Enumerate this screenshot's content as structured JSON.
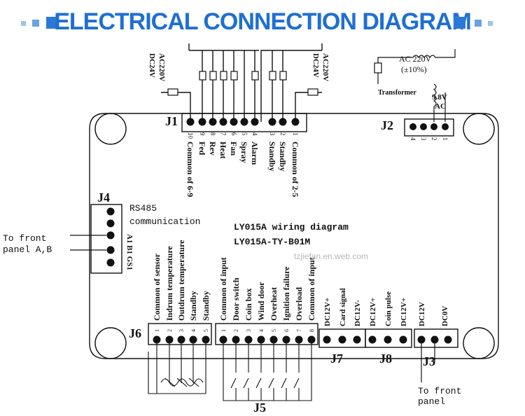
{
  "header": {
    "title": "ELECTRICAL CONNECTION DIAGRAM",
    "accent_color": "#1f6fd1"
  },
  "board": {
    "title_line1": "LY015A wiring diagram",
    "title_line2": "LY015A-TY-B01M"
  },
  "watermark": "tzjiefan.en.web.com",
  "transformer": {
    "input_label": "AC 220V",
    "tolerance": "(±10%)",
    "label": "Transformer",
    "output_label": "9.8V",
    "output_ac": "AC"
  },
  "j1": {
    "name": "J1",
    "left_supply_top": "AC220V",
    "left_supply_bottom": "DC24V",
    "right_supply_top": "AC220V",
    "right_supply_bottom": "DC24V",
    "pins": [
      "10",
      "9",
      "8",
      "7",
      "6",
      "5",
      "4",
      "3",
      "2",
      "1"
    ],
    "labels": [
      "Common of 6-9",
      "Fed",
      "Rev",
      "Heat",
      "Fan",
      "Spray",
      "Alarm",
      "Standby",
      "Standby",
      "Common of 2-5"
    ]
  },
  "j2": {
    "name": "J2",
    "pins": [
      "4",
      "3",
      "2",
      "1"
    ]
  },
  "j4": {
    "name": "J4",
    "label_line1": "RS485",
    "label_line2": "communication",
    "pins_label": "A1 B1 GS1",
    "side_label_line1": "To front",
    "side_label_line2": "panel A,B"
  },
  "j6": {
    "name": "J6",
    "pins": [
      "1",
      "2",
      "3",
      "4",
      "5"
    ],
    "labels": [
      "Common of sensor",
      "Indrum temperature",
      "Outdrum temperature",
      "Standby",
      "Standby"
    ]
  },
  "j5": {
    "name": "J5",
    "pins": [
      "1",
      "2",
      "3",
      "4",
      "5",
      "6",
      "7",
      "8"
    ],
    "labels": [
      "Common of input",
      "Door switch",
      "Coin box",
      "Wind door",
      "Overheat",
      "Ignition failure",
      "Overload",
      "Common of input"
    ]
  },
  "j7": {
    "name": "J7",
    "labels": [
      "DC12V+",
      "Card signal",
      "DC12V-"
    ]
  },
  "j8": {
    "name": "J8",
    "labels": [
      "DC12V+",
      "Coin pulse",
      "DC12V+"
    ]
  },
  "j3": {
    "name": "J3",
    "labels": [
      "DC12V",
      "DC0V"
    ],
    "side_label_line1": "To front",
    "side_label_line2": "panel"
  }
}
